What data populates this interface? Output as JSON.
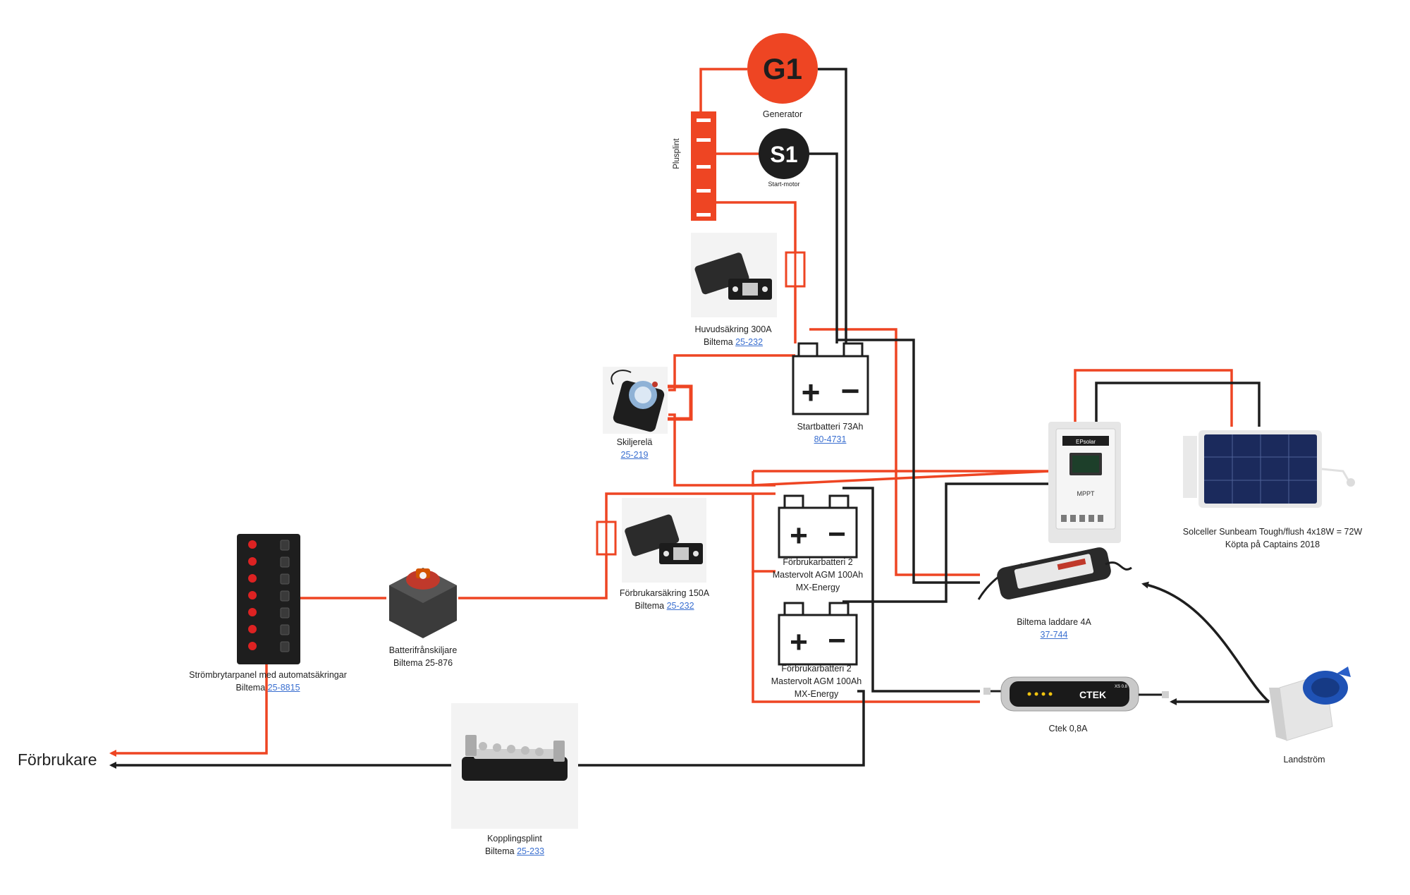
{
  "colors": {
    "positive": "#ee4523",
    "negative": "#1e1e1e",
    "generator": "#ee4523",
    "starter": "#1e1e1e",
    "link": "#3a6fd0"
  },
  "generator": {
    "symbol": "G1",
    "label": "Generator"
  },
  "starter": {
    "symbol": "S1",
    "label": "Start-motor"
  },
  "plus_bus": {
    "label": "Plusplint"
  },
  "main_fuse": {
    "name": "Huvudsäkring 300A",
    "vendor": "Biltema",
    "article": "25-232"
  },
  "start_battery": {
    "name": "Startbatteri 73Ah",
    "article": "80-4731",
    "plus": "+",
    "minus": "−"
  },
  "relay": {
    "name": "Skiljerelä",
    "article": "25-219"
  },
  "service_fuse": {
    "name": "Förbrukarsäkring 150A",
    "vendor": "Biltema",
    "article": "25-232"
  },
  "battery_2a": {
    "line1": "Förbrukarbatteri 2",
    "line2": "Mastervolt AGM 100Ah",
    "line3": "MX-Energy",
    "plus": "+",
    "minus": "−"
  },
  "battery_2b": {
    "line1": "Förbrukarbatteri 2",
    "line2": "Mastervolt AGM 100Ah",
    "line3": "MX-Energy",
    "plus": "+",
    "minus": "−"
  },
  "switch_panel": {
    "name": "Strömbrytarpanel med automatsäkringar",
    "vendor": "Biltema",
    "article": "25-8815"
  },
  "disconnector": {
    "name": "Batterifrånskiljare",
    "vendor_article": "Biltema 25-876"
  },
  "solar": {
    "line1": "Solceller Sunbeam Tough/flush 4x18W = 72W",
    "line2": "Köpta på Captains 2018"
  },
  "mppt": {
    "brand": "EPsolar",
    "model": "MPPT"
  },
  "charger_4a": {
    "name": "Biltema laddare 4A",
    "article": "37-744"
  },
  "ctek": {
    "name": "Ctek 0,8A",
    "brand": "CTEK",
    "model": "XS 0.8"
  },
  "shore_power": {
    "name": "Landström"
  },
  "terminal_block": {
    "name": "Kopplingsplint",
    "vendor": "Biltema",
    "article": "25-233"
  },
  "consumers": {
    "label": "Förbrukare"
  }
}
